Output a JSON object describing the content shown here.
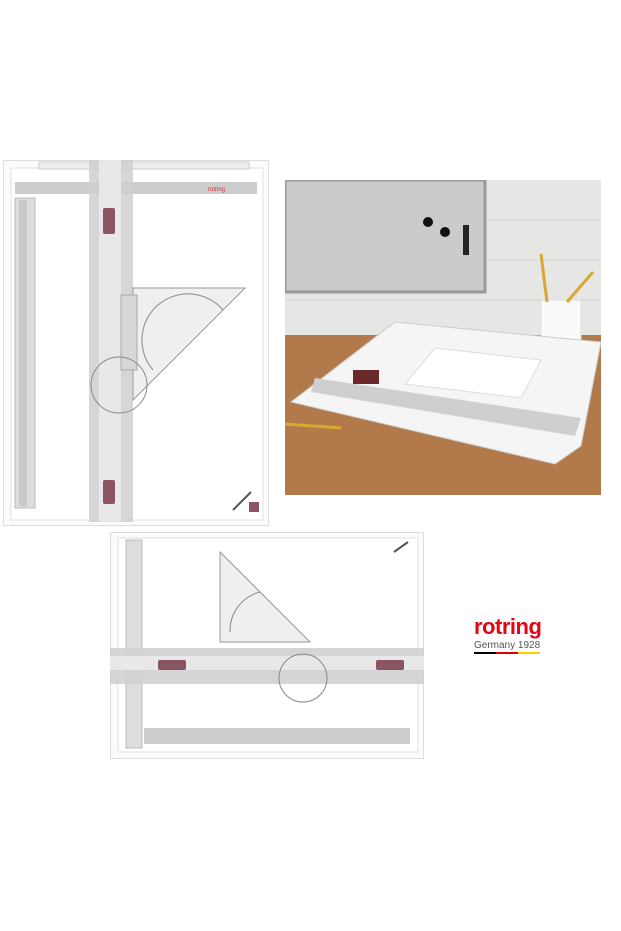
{
  "images": [
    {
      "name": "drawing-board-portrait"
    },
    {
      "name": "drawing-board-on-desk-photo"
    },
    {
      "name": "drawing-board-landscape"
    }
  ],
  "logo": {
    "brand": "rotring",
    "tagline": "Germany 1928",
    "colors": {
      "brand": "#e30613",
      "flag": [
        "#000000",
        "#dd0000",
        "#ffce00"
      ]
    }
  }
}
